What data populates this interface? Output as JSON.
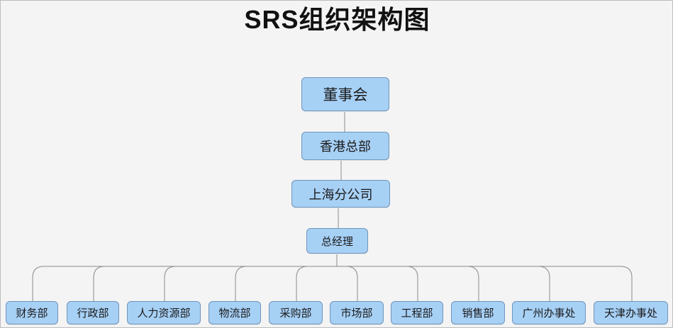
{
  "title": "SRS组织架构图",
  "colors": {
    "node_fill": "#a7d0f5",
    "node_border": "#6f95bd",
    "connector": "#8a8a8a",
    "background": "#f4f4f4"
  },
  "chain": [
    {
      "id": "board",
      "label": "董事会"
    },
    {
      "id": "hk",
      "label": "香港总部"
    },
    {
      "id": "sh",
      "label": "上海分公司"
    },
    {
      "id": "gm",
      "label": "总经理"
    }
  ],
  "departments": [
    {
      "id": "finance",
      "label": "财务部"
    },
    {
      "id": "admin",
      "label": "行政部"
    },
    {
      "id": "hr",
      "label": "人力资源部"
    },
    {
      "id": "logistics",
      "label": "物流部"
    },
    {
      "id": "purchasing",
      "label": "采购部"
    },
    {
      "id": "marketing",
      "label": "市场部"
    },
    {
      "id": "engineering",
      "label": "工程部"
    },
    {
      "id": "sales",
      "label": "销售部"
    },
    {
      "id": "guangzhou",
      "label": "广州办事处"
    },
    {
      "id": "tianjin",
      "label": "天津办事处"
    }
  ]
}
